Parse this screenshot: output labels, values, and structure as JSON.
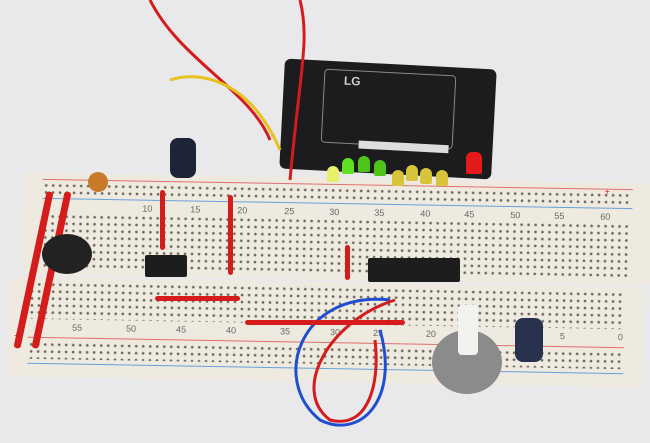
{
  "battery": {
    "brand": "LG"
  },
  "breadboard": {
    "top_numbers": [
      "10",
      "15",
      "20",
      "25",
      "30",
      "35",
      "40",
      "45",
      "50",
      "55",
      "60"
    ],
    "bottom_numbers": [
      "55",
      "50",
      "45",
      "40",
      "35",
      "30",
      "25",
      "20",
      "5",
      "0"
    ],
    "rail_plus": "+"
  },
  "colors": {
    "wire": "#d41c1c",
    "led_green": "#5fe022",
    "led_yellow": "#d8c43a",
    "led_red": "#e21a1a",
    "board": "#efeae0",
    "blue_wire": "#1f4fd0"
  }
}
